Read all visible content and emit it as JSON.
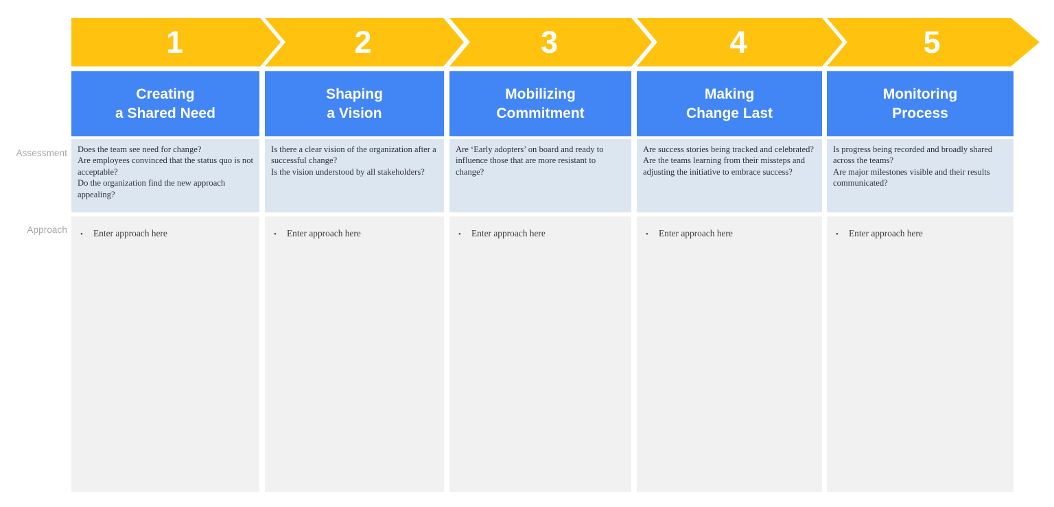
{
  "row_labels": {
    "assessment": "Assessment",
    "approach": "Approach"
  },
  "colors": {
    "chevron": "#FFC20E",
    "title_bar": "#4285F4",
    "assessment_bg": "#DCE6F1",
    "approach_bg": "#F1F1F1",
    "row_label": "#A6A6A6",
    "body_text": "#2C3038",
    "number_text": "#FFFFFF"
  },
  "stages": [
    {
      "number": "1",
      "title_line1": "Creating",
      "title_line2": "a Shared Need",
      "assessment": [
        "Does the team see need for change?",
        "Are employees convinced that the status quo is not acceptable?",
        "Do the organization find the new approach appealing?"
      ],
      "approach_bullets": [
        "Enter approach here"
      ],
      "bullet_glyph": "•"
    },
    {
      "number": "2",
      "title_line1": "Shaping",
      "title_line2": "a Vision",
      "assessment": [
        "Is there a clear vision of the organization after a successful change?",
        "Is the vision understood by all stakeholders?"
      ],
      "approach_bullets": [
        "Enter approach here"
      ],
      "bullet_glyph": "•"
    },
    {
      "number": "3",
      "title_line1": "Mobilizing",
      "title_line2": "Commitment",
      "assessment": [
        "Are ‘Early adopters’ on board and ready to influence those that are more resistant to change?"
      ],
      "approach_bullets": [
        "Enter approach here"
      ],
      "bullet_glyph": "•"
    },
    {
      "number": "4",
      "title_line1": "Making",
      "title_line2": "Change Last",
      "assessment": [
        "Are success stories being tracked and celebrated?",
        "Are the teams learning from their missteps and adjusting the initiative to embrace success?"
      ],
      "approach_bullets": [
        "Enter approach here"
      ],
      "bullet_glyph": "•"
    },
    {
      "number": "5",
      "title_line1": "Monitoring",
      "title_line2": "Process",
      "assessment": [
        "Is progress being recorded and broadly shared across the teams?",
        "Are major milestones visible and their results communicated?"
      ],
      "approach_bullets": [
        "Enter approach here"
      ],
      "bullet_glyph": "•"
    }
  ]
}
